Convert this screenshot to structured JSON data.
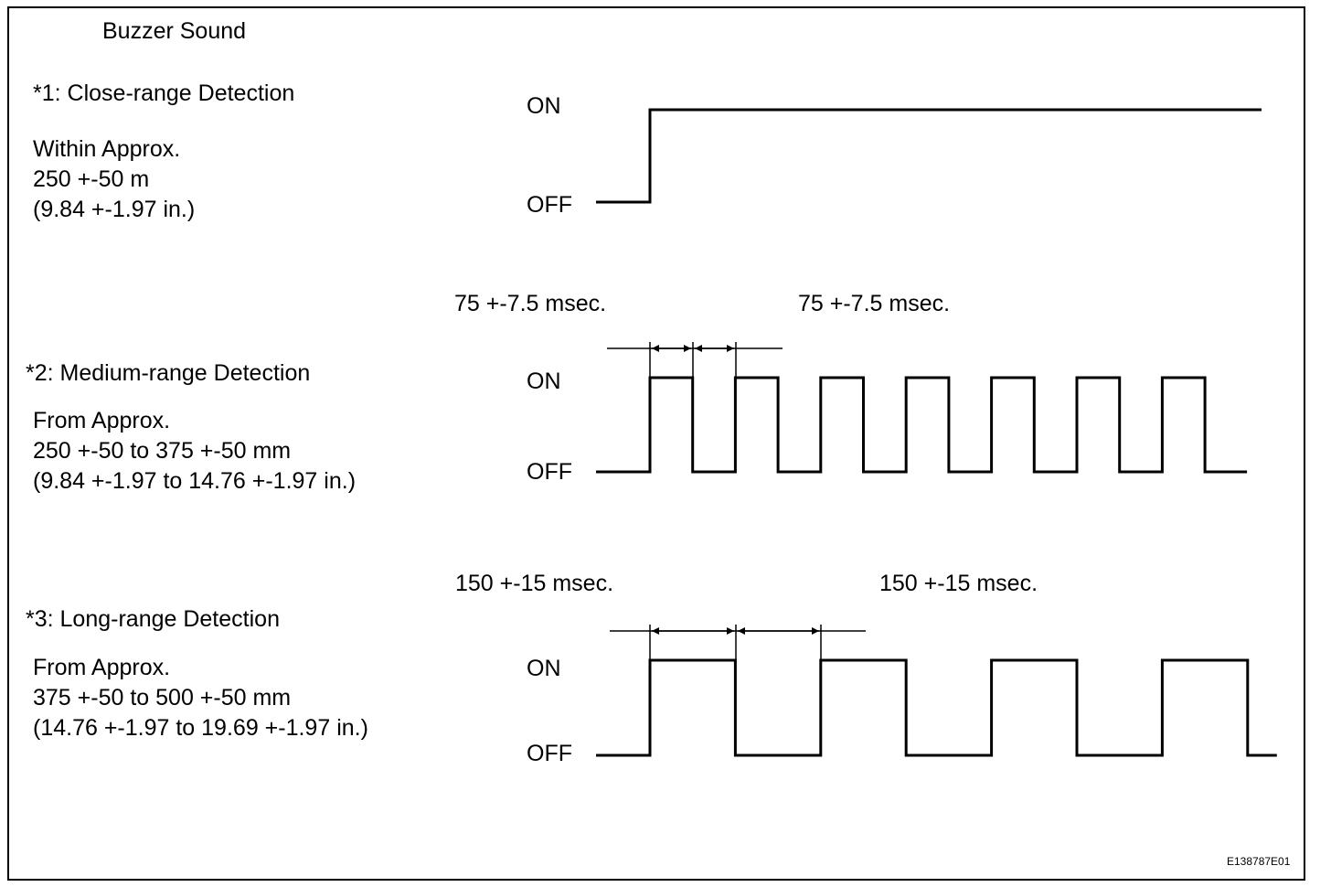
{
  "title": "Buzzer Sound",
  "code": "E138787E01",
  "on_label": "ON",
  "off_label": "OFF",
  "sections": [
    {
      "heading": "*1: Close-range Detection",
      "desc": [
        "Within Approx.",
        "250 +-50 m",
        "(9.84 +-1.97 in.)"
      ],
      "pattern": "continuous"
    },
    {
      "heading": "*2: Medium-range Detection",
      "desc": [
        "From Approx.",
        "250 +-50 to 375 +-50 mm",
        "(9.84 +-1.97 to 14.76 +-1.97 in.)"
      ],
      "pattern": "pulse",
      "on_time": "75 +-7.5 msec.",
      "off_time": "75 +-7.5 msec.",
      "on_ms": 75,
      "off_ms": 75,
      "pulses": 7
    },
    {
      "heading": "*3: Long-range Detection",
      "desc": [
        "From Approx.",
        "375 +-50 to 500 +-50 mm",
        "(14.76 +-1.97 to 19.69 +-1.97 in.)"
      ],
      "pattern": "pulse",
      "on_time": "150 +-15 msec.",
      "off_time": "150 +-15 msec.",
      "on_ms": 150,
      "off_ms": 150,
      "pulses": 4
    }
  ]
}
